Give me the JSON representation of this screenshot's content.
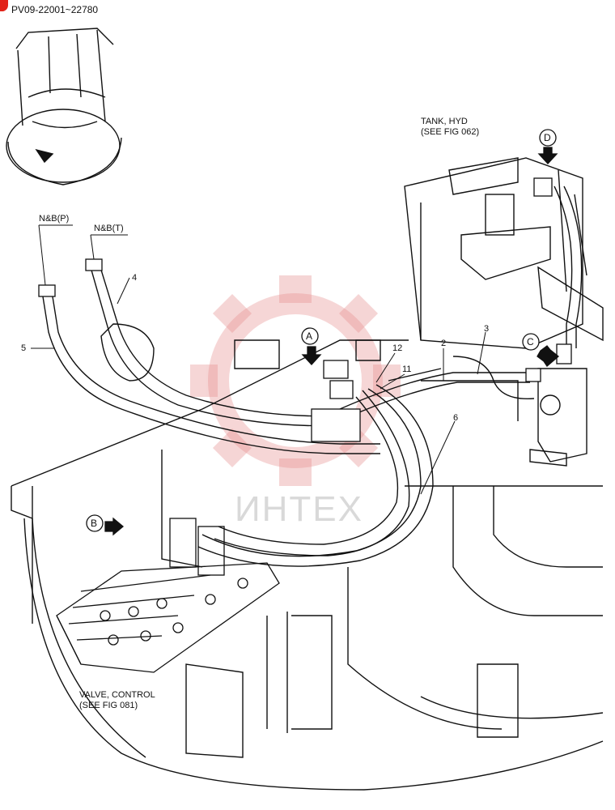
{
  "header": {
    "code": "PV09-22001~22780",
    "tab_color": "#e2231a"
  },
  "labels": {
    "tank_line1": "TANK, HYD",
    "tank_line2": "(SEE FIG 062)",
    "valve_line1": "VALVE, CONTROL",
    "valve_line2": "(SEE FIG 081)",
    "nb_p": "N&B(P)",
    "nb_t": "N&B(T)"
  },
  "callouts": {
    "A": "A",
    "B": "B",
    "C": "C",
    "D": "D"
  },
  "part_numbers": {
    "p2": "2",
    "p3": "3",
    "p4": "4",
    "p5": "5",
    "p6": "6",
    "p11": "11",
    "p12": "12"
  },
  "watermark": {
    "text": "ИНТЕХ",
    "color": "#e8a0a0"
  }
}
